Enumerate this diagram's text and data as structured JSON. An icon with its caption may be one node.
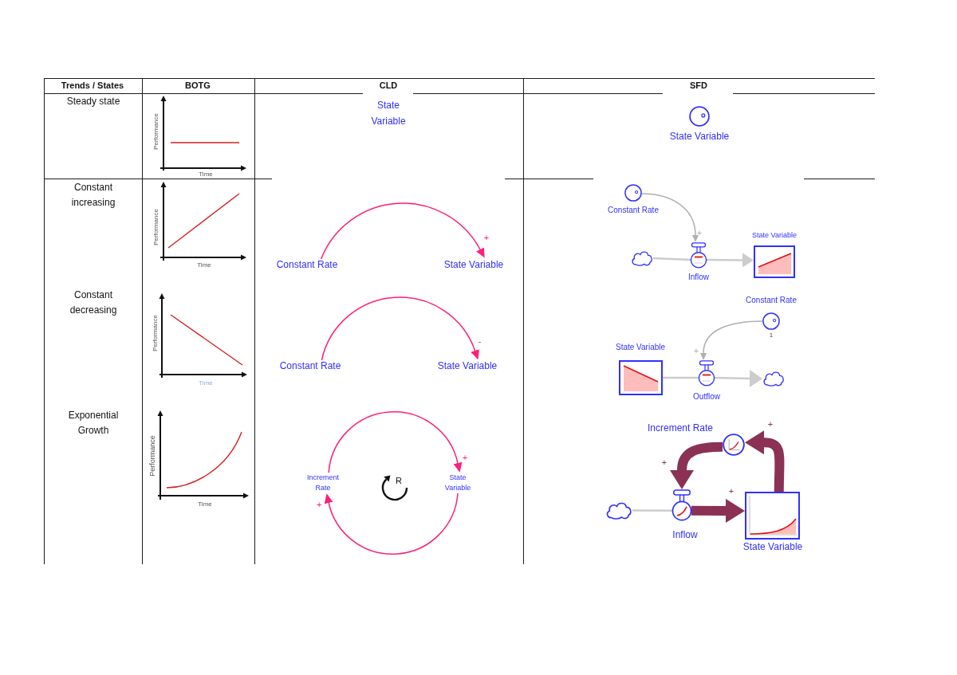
{
  "diagram": {
    "nodes": [
      {
        "text": [
          "State Variable"
        ]
      },
      {
        "text": [
          "Constant Rate"
        ]
      },
      {
        "text": [
          "State Variable"
        ]
      },
      {
        "text": [
          "Constant Rate"
        ]
      },
      {
        "text": [],
        "shape": "cloud"
      },
      {
        "text": [
          "Inflow"
        ]
      },
      {
        "text": [
          "State Variable"
        ]
      },
      {
        "text": [
          "Constant Rate"
        ]
      },
      {
        "text": [
          "State Variable"
        ]
      },
      {
        "text": [
          "Constant Rate"
        ],
        "beside": [
          "1"
        ]
      },
      {
        "text": [
          "State Variable"
        ]
      },
      {
        "text": [
          "Outflow"
        ]
      },
      {
        "text": [],
        "shape": "cloud"
      },
      {
        "text": [
          "Increment Rate"
        ]
      },
      {
        "text": [
          "State Variable"
        ]
      },
      {
        "text": [
          "Increment Rate"
        ]
      },
      {
        "text": [],
        "shape": "cloud"
      },
      {
        "text": [
          "Inflow"
        ]
      },
      {
        "text": [
          "State Variable"
        ]
      }
    ],
    "edges": [
      {
        "from": 1,
        "to": 2,
        "arrow": "to",
        "label": "+",
        "color": "#ff1f7a"
      },
      {
        "from": 3,
        "to": 5,
        "arrow": "to",
        "label": "+",
        "color": "#b0b0b0"
      },
      {
        "from": 4,
        "to": 5,
        "arrow": "none",
        "color": "#cccccc"
      },
      {
        "from": 5,
        "to": 6,
        "arrow": "to",
        "color": "#cccccc"
      },
      {
        "from": 7,
        "to": 8,
        "arrow": "to",
        "label": "-",
        "color": "#ff1f7a"
      },
      {
        "from": 9,
        "to": 11,
        "arrow": "to",
        "label": "+",
        "color": "#b0b0b0"
      },
      {
        "from": 10,
        "to": 11,
        "arrow": "none",
        "color": "#cccccc"
      },
      {
        "from": 11,
        "to": 12,
        "arrow": "to",
        "color": "#cccccc"
      },
      {
        "from": 13,
        "to": 14,
        "arrow": "to",
        "label": "+",
        "color": "#ff1f7a"
      },
      {
        "from": 14,
        "to": 13,
        "arrow": "to",
        "label": "+",
        "color": "#ff1f7a"
      },
      {
        "from": 16,
        "to": 17,
        "arrow": "none",
        "color": "#cccccc"
      },
      {
        "from": 17,
        "to": 18,
        "arrow": "to",
        "label": "+",
        "style": "thick",
        "color": "#8b3155"
      },
      {
        "from": 18,
        "to": 15,
        "arrow": "to",
        "label": "+",
        "style": "thick",
        "color": "#8b3155"
      },
      {
        "from": 15,
        "to": 17,
        "arrow": "to",
        "label": "+",
        "style": "thick",
        "color": "#8b3155"
      }
    ],
    "labels": [
      "Trends / States",
      "BOTG",
      "CLD",
      "SFD",
      "Steady state",
      "Performance",
      "Time",
      "State Variable",
      "Constant increasing",
      "Performance",
      "Time",
      "Constant decreasing",
      "Performance",
      "Time",
      "Exponential Growth",
      "Performance",
      "Time",
      "R"
    ]
  }
}
